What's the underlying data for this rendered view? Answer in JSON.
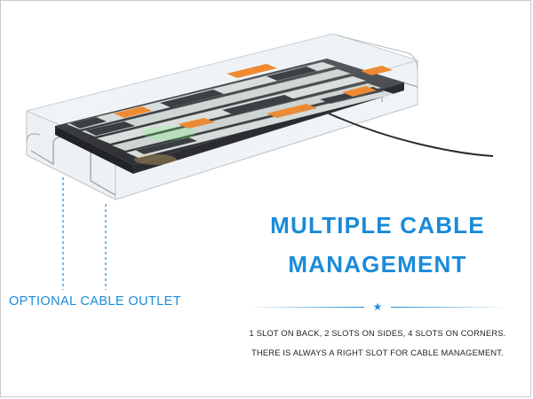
{
  "callout": {
    "label": "OPTIONAL CABLE OUTLET"
  },
  "headline": {
    "line1": "MULTIPLE CABLE",
    "line2": "MANAGEMENT"
  },
  "divider": {
    "icon": "star-icon"
  },
  "description": {
    "line1": "1 SLOT ON BACK, 2 SLOTS ON SIDES, 4 SLOTS ON CORNERS.",
    "line2": "THERE IS ALWAYS A RIGHT SLOT FOR CABLE MANAGEMENT."
  },
  "colors": {
    "accent": "#1a8bd8",
    "key_dark": "#3c3f44",
    "key_light": "#d9dfdc",
    "key_orange": "#f08a32",
    "acrylic": "#e6ebef"
  }
}
